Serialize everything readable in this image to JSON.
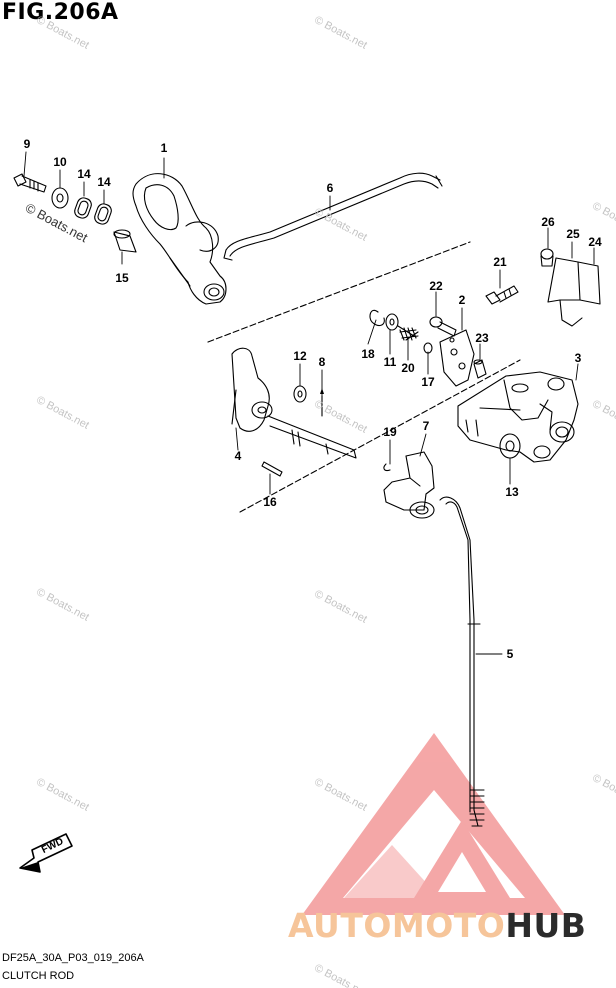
{
  "figure": {
    "title": "FIG.206A",
    "code": "DF25A_30A_P03_019_206A",
    "caption": "CLUTCH ROD"
  },
  "callouts": [
    {
      "id": "p1",
      "label": "1"
    },
    {
      "id": "p2",
      "label": "2"
    },
    {
      "id": "p3",
      "label": "3"
    },
    {
      "id": "p4",
      "label": "4"
    },
    {
      "id": "p5",
      "label": "5"
    },
    {
      "id": "p6",
      "label": "6"
    },
    {
      "id": "p7",
      "label": "7"
    },
    {
      "id": "p8",
      "label": "8"
    },
    {
      "id": "p9",
      "label": "9"
    },
    {
      "id": "p10",
      "label": "10"
    },
    {
      "id": "p11",
      "label": "11"
    },
    {
      "id": "p12",
      "label": "12"
    },
    {
      "id": "p13",
      "label": "13"
    },
    {
      "id": "p14a",
      "label": "14"
    },
    {
      "id": "p14b",
      "label": "14"
    },
    {
      "id": "p15",
      "label": "15"
    },
    {
      "id": "p16",
      "label": "16"
    },
    {
      "id": "p17",
      "label": "17"
    },
    {
      "id": "p18",
      "label": "18"
    },
    {
      "id": "p19",
      "label": "19"
    },
    {
      "id": "p20",
      "label": "20"
    },
    {
      "id": "p21",
      "label": "21"
    },
    {
      "id": "p22",
      "label": "22"
    },
    {
      "id": "p23",
      "label": "23"
    },
    {
      "id": "p24",
      "label": "24"
    },
    {
      "id": "p25",
      "label": "25"
    },
    {
      "id": "p26",
      "label": "26"
    }
  ],
  "arrow": {
    "label": "FWD"
  },
  "watermark": {
    "text": "© Boats.net"
  },
  "brand": {
    "part1": "AUTOMOTO",
    "part2": "HUB",
    "color1": "#f6c59a",
    "color2": "#2b2b2b",
    "logo_color": "#f18a8a"
  }
}
